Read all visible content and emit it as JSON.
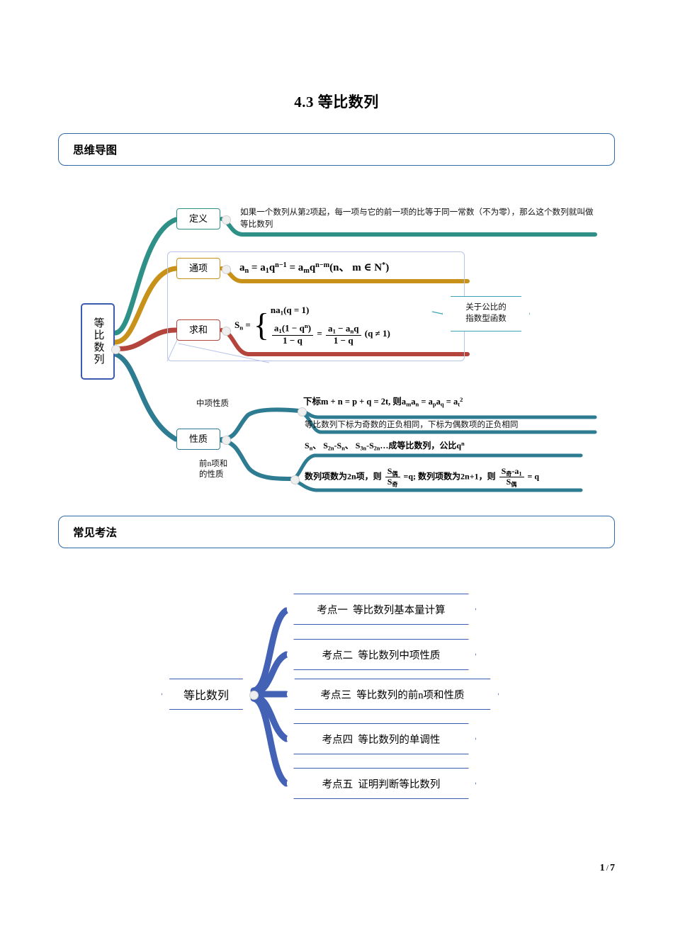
{
  "document": {
    "title": "4.3  等比数列",
    "page_indicator": {
      "current": "1",
      "separator": "/",
      "total": "7"
    }
  },
  "sections": [
    {
      "id": "mindmap",
      "label": "思维导图"
    },
    {
      "id": "exam",
      "label": "常见考法"
    }
  ],
  "mindmap": {
    "root": "等比数列",
    "branches": {
      "definition": {
        "label": "定义",
        "color": "#2E9087",
        "text": "如果一个数列从第2项起，每一项与它的前一项的比等于同一常数（不为零），那么这个数列就叫做等比数列"
      },
      "general_term": {
        "label": "通项",
        "color": "#C8921A",
        "formula_plain": "aₙ = a₁q^(n-1) = aₘq^(n-m) (n、m ∈ N*)"
      },
      "summation": {
        "label": "求和",
        "color": "#B4453C",
        "formula_plain": "Sₙ = { na₁(q=1) ; a₁(1-qⁿ)/(1-q) = (a₁-aₙq)/(1-q) (q≠1) }",
        "callout": "关于公比的指数型函数",
        "callout_line1": "关于公比的",
        "callout_line2": "指数型函数"
      },
      "properties": {
        "label": "性质",
        "color": "#2E7C91",
        "sub": [
          {
            "label": "中项性质",
            "items": [
              "下标m+n=p+q=2t, 则 aₘaₙ = a_p a_q = a_t²",
              "等比数列下标为奇数的正负相同，下标为偶数项的正负相同"
            ]
          },
          {
            "label_line1": "前n项和",
            "label_line2": "的性质",
            "items": [
              "Sₙ、S₂ₙ-Sₙ、S₃ₙ-S₂ₙ…成等比数列，公比qⁿ",
              "数列项数为2n项，则 S偶/S奇 = q; 数列项数为2n+1，则 (S奇-a₁)/S偶 = q"
            ]
          }
        ]
      }
    }
  },
  "exam_map": {
    "root": "等比数列",
    "points": [
      {
        "index": "考点一",
        "title": "等比数列基本量计算"
      },
      {
        "index": "考点二",
        "title": "等比数列中项性质"
      },
      {
        "index": "考点三",
        "title": "等比数列的前n项和性质"
      },
      {
        "index": "考点四",
        "title": "等比数列的单调性"
      },
      {
        "index": "考点五",
        "title": "证明判断等比数列"
      }
    ]
  },
  "colors": {
    "frame_blue": "#2E6BA8",
    "root_blue": "#3A5BAE",
    "teal": "#2E9087",
    "gold": "#C8921A",
    "red": "#B4453C",
    "steel": "#2E7C91",
    "callout_cyan": "#3EA3B5"
  }
}
